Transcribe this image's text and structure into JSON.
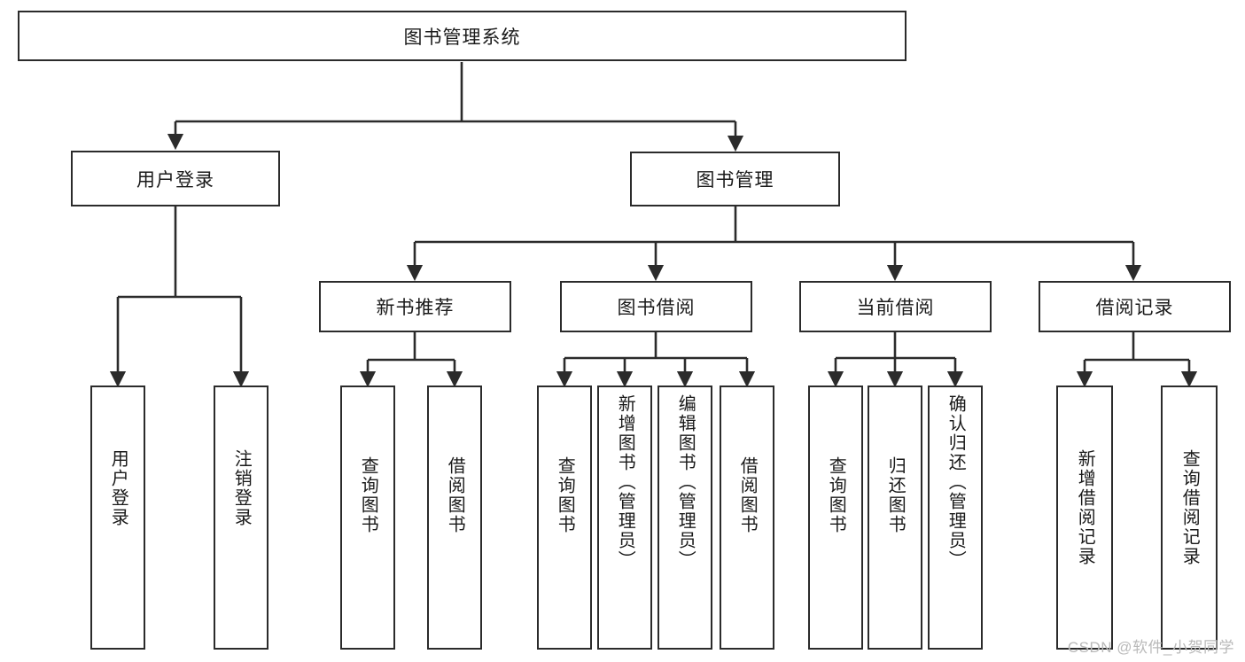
{
  "diagram": {
    "type": "tree",
    "title": "图书管理系统",
    "watermark": "CSDN @软件_小贺同学",
    "colors": {
      "box_border": "#2b2b2b",
      "box_fill": "#ffffff",
      "edge": "#2b2b2b",
      "text": "#1a1a1a",
      "watermark": "#b9b9b9"
    },
    "nodes": {
      "root": "图书管理系统",
      "level1": [
        "用户登录",
        "图书管理"
      ],
      "level2": [
        "新书推荐",
        "图书借阅",
        "当前借阅",
        "借阅记录"
      ],
      "leaves_user_login": [
        "用户登录",
        "注销登录"
      ],
      "leaves_new_books": [
        "查询图书",
        "借阅图书"
      ],
      "leaves_borrow": [
        "查询图书",
        "新增图书（管理员）",
        "编辑图书（管理员）",
        "借阅图书"
      ],
      "leaves_current": [
        "查询图书",
        "归还图书",
        "确认归还（管理员）"
      ],
      "leaves_records": [
        "新增借阅记录",
        "查询借阅记录"
      ]
    }
  }
}
